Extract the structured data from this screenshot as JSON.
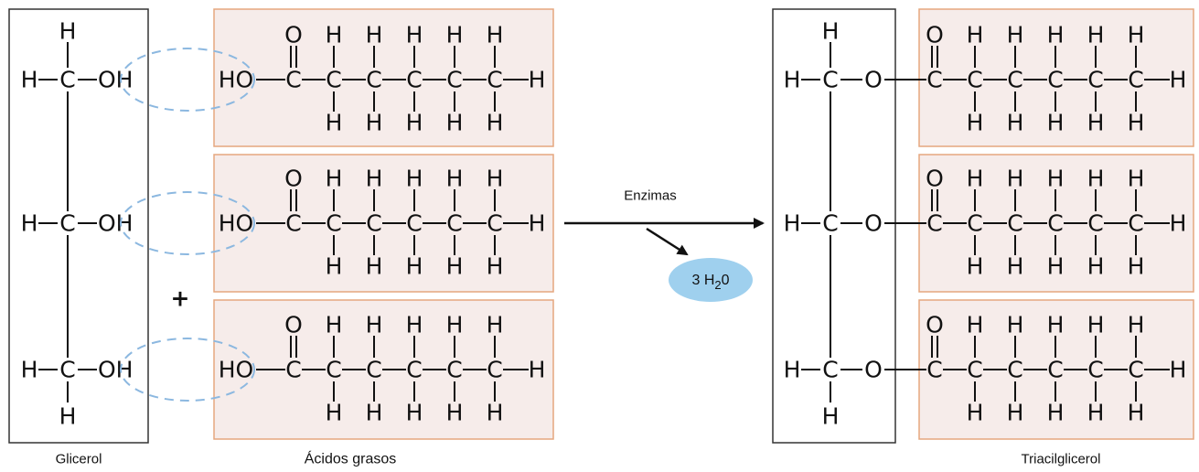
{
  "glycerol": {
    "label": "Glicerol",
    "top_h": "H",
    "bottom_h": "H",
    "rows": [
      {
        "left": "H",
        "carbon": "C",
        "right": "OH"
      },
      {
        "left": "H",
        "carbon": "C",
        "right": "OH"
      },
      {
        "left": "H",
        "carbon": "C",
        "right": "OH"
      }
    ]
  },
  "plus_sign": "+",
  "fatty_acids": {
    "label": "Ácidos grasos",
    "chains": [
      {
        "head": "HO",
        "carbonyl_o": "O",
        "carbons": [
          "C",
          "C",
          "C",
          "C",
          "C",
          "C"
        ],
        "tail_h": "H",
        "top_h": [
          "H",
          "H",
          "H",
          "H",
          "H"
        ],
        "bottom_h": [
          "H",
          "H",
          "H",
          "H",
          "H"
        ]
      },
      {
        "head": "HO",
        "carbonyl_o": "O",
        "carbons": [
          "C",
          "C",
          "C",
          "C",
          "C",
          "C"
        ],
        "tail_h": "H",
        "top_h": [
          "H",
          "H",
          "H",
          "H",
          "H"
        ],
        "bottom_h": [
          "H",
          "H",
          "H",
          "H",
          "H"
        ]
      },
      {
        "head": "HO",
        "carbonyl_o": "O",
        "carbons": [
          "C",
          "C",
          "C",
          "C",
          "C",
          "C"
        ],
        "tail_h": "H",
        "top_h": [
          "H",
          "H",
          "H",
          "H",
          "H"
        ],
        "bottom_h": [
          "H",
          "H",
          "H",
          "H",
          "H"
        ]
      }
    ]
  },
  "reaction": {
    "enzyme_label": "Enzimas",
    "water": {
      "coef": "3 H",
      "sub": "2",
      "tail": "0"
    }
  },
  "triglyceride": {
    "label": "Triacilglicerol",
    "top_h": "H",
    "bottom_h": "H",
    "rows": [
      {
        "left": "H",
        "carbon": "C",
        "link": "O"
      },
      {
        "left": "H",
        "carbon": "C",
        "link": "O"
      },
      {
        "left": "H",
        "carbon": "C",
        "link": "O"
      }
    ],
    "chains": [
      {
        "carbonyl_o": "O",
        "carbons": [
          "C",
          "C",
          "C",
          "C",
          "C",
          "C"
        ],
        "tail_h": "H",
        "top_h": [
          "H",
          "H",
          "H",
          "H",
          "H"
        ],
        "bottom_h": [
          "H",
          "H",
          "H",
          "H",
          "H"
        ]
      },
      {
        "carbonyl_o": "O",
        "carbons": [
          "C",
          "C",
          "C",
          "C",
          "C",
          "C"
        ],
        "tail_h": "H",
        "top_h": [
          "H",
          "H",
          "H",
          "H",
          "H"
        ],
        "bottom_h": [
          "H",
          "H",
          "H",
          "H",
          "H"
        ]
      },
      {
        "carbonyl_o": "O",
        "carbons": [
          "C",
          "C",
          "C",
          "C",
          "C",
          "C"
        ],
        "tail_h": "H",
        "top_h": [
          "H",
          "H",
          "H",
          "H",
          "H"
        ],
        "bottom_h": [
          "H",
          "H",
          "H",
          "H",
          "H"
        ]
      }
    ]
  },
  "colors": {
    "acid_box_fill": "#f6ecea",
    "acid_box_border": "#e5a77f",
    "water_fill": "#9fd0ee",
    "ellipse_stroke": "#8cb8e0"
  }
}
